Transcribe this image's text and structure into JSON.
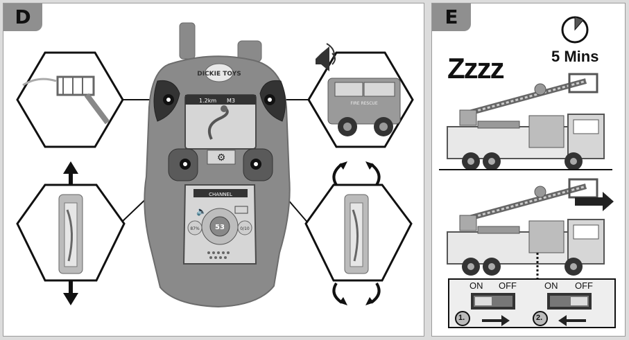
{
  "panel_d": {
    "label": "D",
    "remote_brand": "DICKIE TOYS",
    "screen_distance": "1.2km",
    "screen_mode": "M3",
    "channel_label": "CHANNEL",
    "channel_number": "53",
    "left_dial": "87%",
    "right_dial": "0/10"
  },
  "panel_e": {
    "label": "E",
    "sleep_text": "Zzzz",
    "timer_text": "5 Mins",
    "switch_on": "ON",
    "switch_off": "OFF",
    "step_1": "1.",
    "step_2": "2.",
    "truck_text": "FIRE RESCUE"
  },
  "colors": {
    "panel_tag": "#8f8f8f",
    "remote_body": "#8a8a8a",
    "outline": "#111111"
  }
}
